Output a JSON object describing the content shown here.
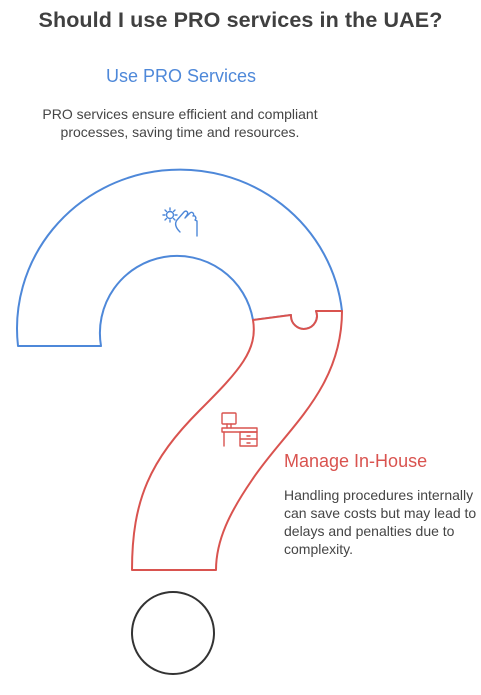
{
  "title": "Should I use PRO services in the UAE?",
  "colors": {
    "option_a": "#4e88d9",
    "option_b": "#d9534f",
    "dot": "#333333"
  },
  "option_a": {
    "title": "Use PRO Services",
    "description": "PRO services ensure efficient and compliant processes, saving time and resources.",
    "icon": "gear-hand-icon"
  },
  "option_b": {
    "title": "Manage In-House",
    "description": "Handling procedures internally can save costs but may lead to delays and penalties due to complexity.",
    "icon": "office-desk-icon"
  }
}
